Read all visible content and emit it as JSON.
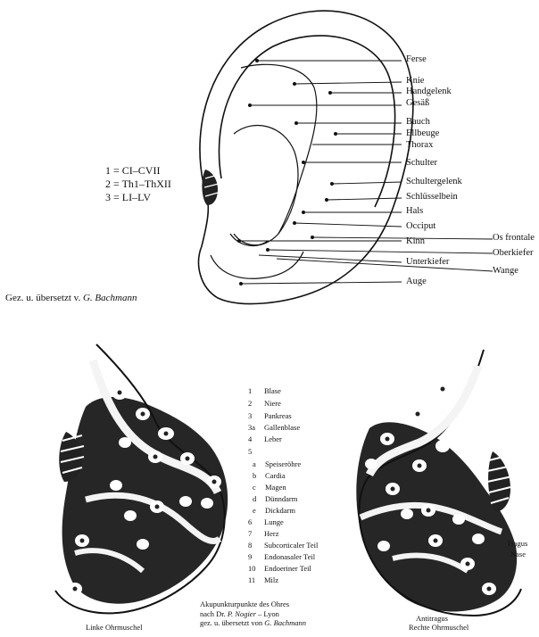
{
  "top_figure": {
    "legend": [
      {
        "num": "1",
        "value": "CI–CVII"
      },
      {
        "num": "2",
        "value": "Th1–ThXII"
      },
      {
        "num": "3",
        "value": "LI–LV"
      }
    ],
    "credit_prefix": "Gez. u. übersetzt v. ",
    "credit_author": "G. Bachmann",
    "labels": {
      "ferse": "Ferse",
      "knie": "Knie",
      "handgelenk": "Handgelenk",
      "gesaess": "Gesäß",
      "bauch": "Bauch",
      "ellbeuge": "Ellbeuge",
      "thorax": "Thorax",
      "schulter": "Schulter",
      "schultergelenk": "Schultergelenk",
      "schluesselbein": "Schlüsselbein",
      "hals": "Hals",
      "occiput": "Occiput",
      "kinn": "Kinn",
      "os_frontale": "Os frontale",
      "oberkiefer": "Oberkiefer",
      "unterkiefer": "Unterkiefer",
      "wange": "Wange",
      "auge": "Auge"
    }
  },
  "organ_list": [
    {
      "num": "1",
      "name": "Blase"
    },
    {
      "num": "2",
      "name": "Niere"
    },
    {
      "num": "3",
      "name": "Pankreas"
    },
    {
      "num": "3a",
      "name": "Gallenblase"
    },
    {
      "num": "4",
      "name": "Leber"
    },
    {
      "num": "5",
      "name": ""
    },
    {
      "num": "a",
      "name": "Speiseröhre"
    },
    {
      "num": "b",
      "name": "Cardia"
    },
    {
      "num": "c",
      "name": "Magen"
    },
    {
      "num": "d",
      "name": "Dünndarm"
    },
    {
      "num": "e",
      "name": "Dickdarm"
    },
    {
      "num": "6",
      "name": "Lunge"
    },
    {
      "num": "7",
      "name": "Herz"
    },
    {
      "num": "8",
      "name": "Subcorticaler Teil"
    },
    {
      "num": "9",
      "name": "Endonasaler Teil"
    },
    {
      "num": "10",
      "name": "Endoeriner Teil"
    },
    {
      "num": "11",
      "name": "Milz"
    }
  ],
  "bottom_figure": {
    "left_caption": "Linke Ohrmuschel",
    "right_caption": "Rechte Ohrmuschel",
    "antitragus": "Antitragus",
    "tragus": "Tragus",
    "nase": "Nase",
    "source_line1": "Akupunkturpunkte des Ohres",
    "source_line2_prefix": "nach Dr. ",
    "source_line2_name": "P. Nogier",
    "source_line2_suffix": " – Lyon",
    "source_line3_prefix": "gez. u. übersetzt von ",
    "source_line3_name": "G. Bachmann"
  }
}
